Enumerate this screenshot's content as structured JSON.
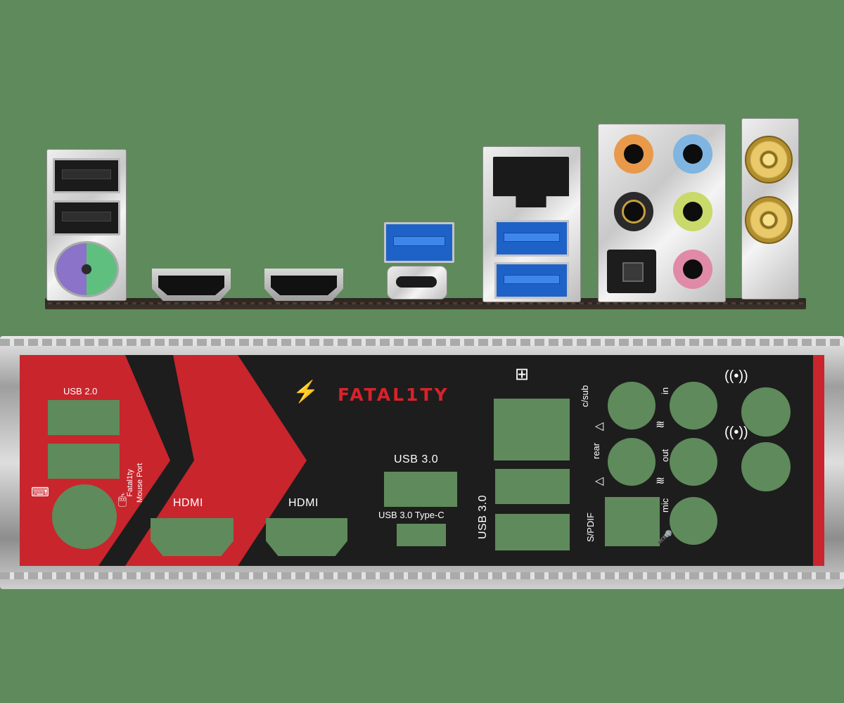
{
  "shield": {
    "brand": "FATAL1TY",
    "labels": {
      "usb2": "USB 2.0",
      "mouse_port": "Fatal1ty\nMouse Port",
      "hdmi_1": "HDMI",
      "hdmi_2": "HDMI",
      "usb3_top": "USB 3.0",
      "usb3_typec": "USB 3.0 Type-C",
      "usb3_side": "USB 3.0",
      "csub": "c/sub",
      "in": "in",
      "rear": "rear",
      "out": "out",
      "mic": "mic",
      "spdif": "S/PDIF"
    }
  },
  "icons": {
    "lan": "network-icon",
    "keyboard": "keyboard-icon",
    "mouse": "mouse-icon",
    "speaker_1": "speaker-icon",
    "speaker_2": "speaker-icon",
    "audio_out": "audio-wave-icon",
    "audio_in": "audio-wave-icon",
    "microphone": "microphone-icon",
    "antenna_1": "wifi-antenna-icon",
    "antenna_2": "wifi-antenna-icon"
  },
  "colors": {
    "background": "#5f8a5b",
    "shield_red": "#c9252d",
    "shield_black": "#1d1d1d",
    "brand_red": "#d8222b",
    "usb3_blue": "#1e62c8",
    "ps2_purple": "#8a73c8",
    "ps2_green": "#5fbf7f",
    "audio_orange": "#e89a4a",
    "audio_blue": "#7fb5e0",
    "audio_black": "#2a2a2a",
    "audio_lime": "#c9d96a",
    "audio_pink": "#e08aa8"
  }
}
